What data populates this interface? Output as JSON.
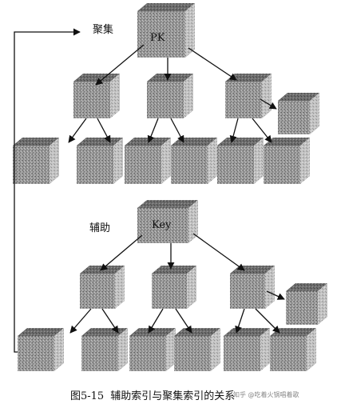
{
  "diagram": {
    "clustered_label": "聚集",
    "secondary_label": "辅助",
    "root_pk_label": "PK",
    "root_key_label": "Key"
  },
  "caption": {
    "figure_number": "图5-15",
    "title": "辅助索引与聚集索引的关系"
  },
  "watermark": "知乎 @吃着火锅唱着歌"
}
